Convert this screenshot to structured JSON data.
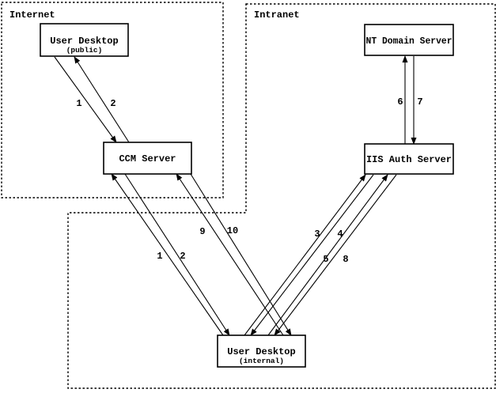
{
  "diagram": {
    "colors": {
      "line": "#000000",
      "background": "#ffffff"
    },
    "zones": [
      {
        "id": "internet",
        "label": "Internet"
      },
      {
        "id": "intranet",
        "label": "Intranet"
      }
    ],
    "nodes": [
      {
        "id": "user-desktop-public",
        "title": "User Desktop",
        "subtitle": "(public)"
      },
      {
        "id": "ccm-server",
        "title": "CCM Server",
        "subtitle": ""
      },
      {
        "id": "nt-domain-server",
        "title": "NT Domain Server",
        "subtitle": ""
      },
      {
        "id": "iis-auth-server",
        "title": "IIS Auth Server",
        "subtitle": ""
      },
      {
        "id": "user-desktop-internal",
        "title": "User Desktop",
        "subtitle": "(internal)"
      }
    ],
    "flows": [
      {
        "label": "1",
        "from": "user-desktop-public",
        "to": "ccm-server"
      },
      {
        "label": "2",
        "from": "ccm-server",
        "to": "user-desktop-public"
      },
      {
        "label": "1",
        "from": "user-desktop-internal",
        "to": "ccm-server"
      },
      {
        "label": "2",
        "from": "ccm-server",
        "to": "user-desktop-internal"
      },
      {
        "label": "3",
        "from": "user-desktop-internal",
        "to": "iis-auth-server"
      },
      {
        "label": "4",
        "from": "iis-auth-server",
        "to": "user-desktop-internal"
      },
      {
        "label": "5",
        "from": "user-desktop-internal",
        "to": "iis-auth-server"
      },
      {
        "label": "8",
        "from": "iis-auth-server",
        "to": "user-desktop-internal"
      },
      {
        "label": "6",
        "from": "iis-auth-server",
        "to": "nt-domain-server"
      },
      {
        "label": "7",
        "from": "nt-domain-server",
        "to": "iis-auth-server"
      },
      {
        "label": "9",
        "from": "user-desktop-internal",
        "to": "ccm-server"
      },
      {
        "label": "10",
        "from": "ccm-server",
        "to": "user-desktop-internal"
      }
    ]
  }
}
